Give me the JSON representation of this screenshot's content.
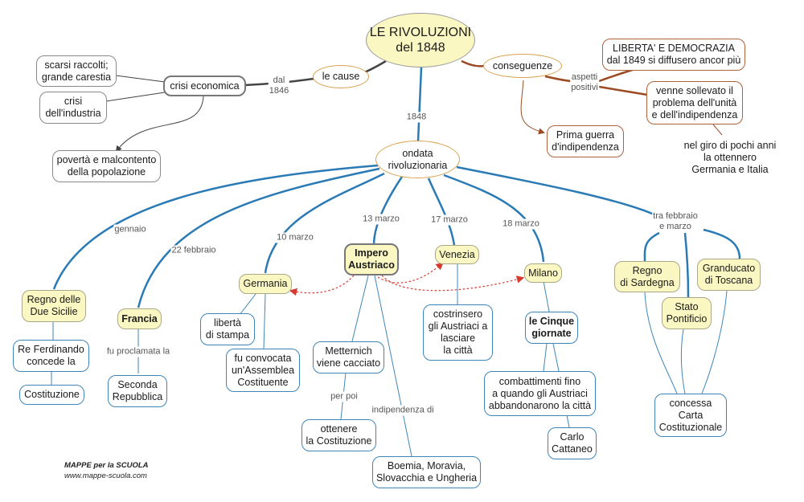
{
  "title": "LE RIVOLUZIONI\ndel 1848",
  "colors": {
    "root_fill": "#fbf7c2",
    "country_fill": "#fbf7c2",
    "blue_link": "#2a7ab5",
    "causes_link": "#444444",
    "consequences_link": "#9b4a22",
    "dotted_arrow": "#d63a2f"
  },
  "causes": {
    "node": "le cause",
    "link_label": "dal\n1846",
    "crisis": "crisi economica",
    "factors": [
      "scarsi raccolti;\ngrande carestia",
      "crisi\ndell'industria"
    ],
    "effect": "povertà e malcontento\ndella popolazione"
  },
  "consequences": {
    "node": "conseguenze",
    "link_label": "aspetti\npositivi",
    "liberty": "LIBERTA' E DEMOCRAZIA\ndal 1849 si diffusero ancor più",
    "unity": "venne sollevato il\nproblema dell'unità\ne dell'indipendenza",
    "unity_note": "nel giro di pochi anni\nla ottennero\nGermania e Italia",
    "war": "Prima guerra\nd'indipendenza"
  },
  "wave": {
    "link_label": "1848",
    "node": "ondata\nrivoluzionaria"
  },
  "branches": {
    "sicilie": {
      "date": "gennaio",
      "name": "Regno delle\nDue Sicilie",
      "item1": "Re Ferdinando\nconcede la",
      "item2": "Costituzione"
    },
    "francia": {
      "date": "22 febbraio",
      "name": "Francia",
      "link": "fu proclamata la",
      "item": "Seconda\nRepubblica"
    },
    "germania": {
      "date": "10 marzo",
      "name": "Germania",
      "item1": "libertà\ndi stampa",
      "item2": "fu convocata\nun'Assemblea\nCostituente"
    },
    "austria": {
      "date": "13 marzo",
      "name": "Impero\nAustriaco",
      "item1": "Metternich\nviene cacciato",
      "link1": "per poi",
      "item1b": "ottenere\nla Costituzione",
      "link2": "indipendenza di",
      "item2": "Boemia, Moravia,\nSlovacchia e Ungheria"
    },
    "venezia": {
      "date": "17 marzo",
      "name": "Venezia",
      "item": "costrinsero\ngli Austriaci a\nlasciare\n la città"
    },
    "milano": {
      "date": "18 marzo",
      "name": "Milano",
      "item": "le Cinque\ngiornate",
      "item2": "combattimenti fino\na quando gli Austriaci\nabbandonarono la città",
      "item3": "Carlo\nCattaneo"
    },
    "italia": {
      "date": "tra febbraio\ne marzo",
      "states": [
        "Regno\ndi Sardegna",
        "Stato\nPontificio",
        "Granducato\ndi Toscana"
      ],
      "item": "concessa\nCarta\nCostituzionale"
    }
  },
  "footer": {
    "title": "MAPPE per la SCUOLA",
    "url": "www.mappe-scuola.com"
  }
}
